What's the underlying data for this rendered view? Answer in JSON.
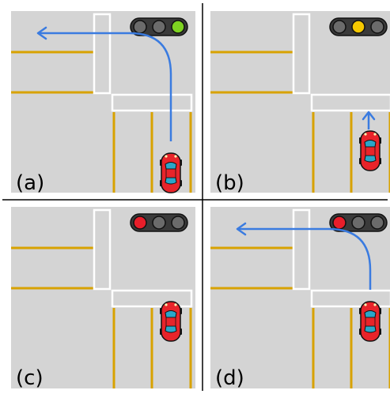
{
  "colors": {
    "road": "#d4d4d4",
    "lane_yellow": "#d8a200",
    "crosswalk": "#ffffff",
    "path": "#3a7be0",
    "car_body": "#e8242a",
    "car_glass": "#2aa6c8",
    "signal_housing": "#3a3a3a",
    "signal_off": "#6b6b6b",
    "signal_green": "#7ed321",
    "signal_yellow": "#f5c800",
    "signal_red": "#e81e2a",
    "divider": "#000000"
  },
  "panels": [
    {
      "id": "a",
      "label": "(a)",
      "signal": "green",
      "path": "left-turn"
    },
    {
      "id": "b",
      "label": "(b)",
      "signal": "yellow",
      "path": "straight-short"
    },
    {
      "id": "c",
      "label": "(c)",
      "signal": "red",
      "path": "none"
    },
    {
      "id": "d",
      "label": "(d)",
      "signal": "red",
      "path": "left-turn"
    }
  ]
}
